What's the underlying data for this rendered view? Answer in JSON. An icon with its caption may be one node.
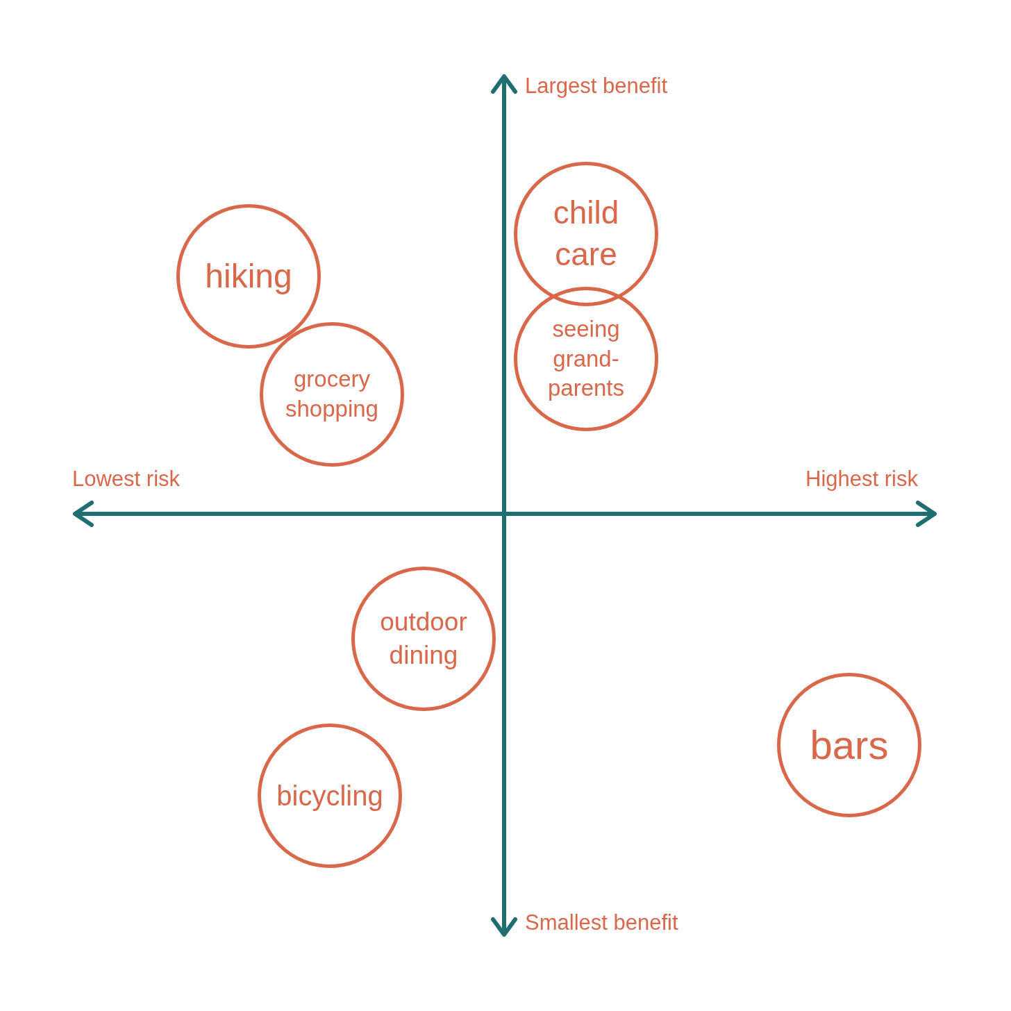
{
  "diagram": {
    "nodes": [
      {
        "text": [
          "child care"
        ]
      },
      {
        "text": [
          "hiking"
        ]
      },
      {
        "text": [
          "seeing grand-parents"
        ]
      },
      {
        "text": [
          "grocery shopping"
        ]
      },
      {
        "text": [
          "outdoor dining"
        ]
      },
      {
        "text": [
          "bars"
        ]
      },
      {
        "text": [
          "bicycling"
        ]
      }
    ],
    "labels": [
      "Largest benefit",
      "Lowest risk",
      "Highest risk",
      "Smallest benefit"
    ]
  }
}
